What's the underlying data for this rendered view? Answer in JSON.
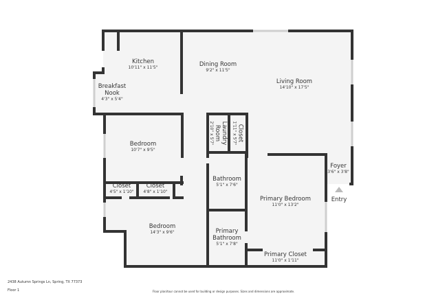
{
  "rooms": [
    {
      "id": "kitchen",
      "name": "Kitchen",
      "dim": "10'11\" x 11'5\""
    },
    {
      "id": "dining",
      "name": "Dining Room",
      "dim": "9'2\" x 11'5\""
    },
    {
      "id": "living",
      "name": "Living Room",
      "dim": "14'10\" x 17'5\""
    },
    {
      "id": "nook",
      "name": "Breakfast Nook",
      "dim": "4'3\" x 5'4\""
    },
    {
      "id": "laundry",
      "name": "Laundry Room",
      "dim": "2'10\" x 5'7\""
    },
    {
      "id": "closet-hall",
      "name": "Closet",
      "dim": "1'11\" x 5'7\""
    },
    {
      "id": "bedroom1",
      "name": "Bedroom",
      "dim": "10'7\" x 9'5\""
    },
    {
      "id": "foyer",
      "name": "Foyer",
      "dim": "3'6\" x 3'8\""
    },
    {
      "id": "closet1",
      "name": "Closet",
      "dim": "4'5\" x 1'10\""
    },
    {
      "id": "closet2",
      "name": "Closet",
      "dim": "4'8\" x 1'10\""
    },
    {
      "id": "bathroom",
      "name": "Bathroom",
      "dim": "5'1\" x 7'6\""
    },
    {
      "id": "primary-bedroom",
      "name": "Primary Bedroom",
      "dim": "11'0\" x 13'2\""
    },
    {
      "id": "bedroom2",
      "name": "Bedroom",
      "dim": "14'3\" x 9'6\""
    },
    {
      "id": "primary-bathroom",
      "name": "Primary Bathroom",
      "dim": "5'1\" x 7'8\""
    },
    {
      "id": "primary-closet",
      "name": "Primary Closet",
      "dim": "11'0\" x 1'11\""
    }
  ],
  "entry_label": "Entry",
  "address": "2438 Autumn Springs Ln, Spring, TX 77373",
  "floor": "Floor 1",
  "disclaimer": "Floor plan/tour cannot be used for building or design purposes. Sizes and dimensions are approximate.",
  "colors": {
    "wall": "#333333",
    "floor": "#f4f4f4",
    "window": "#cccccc"
  }
}
